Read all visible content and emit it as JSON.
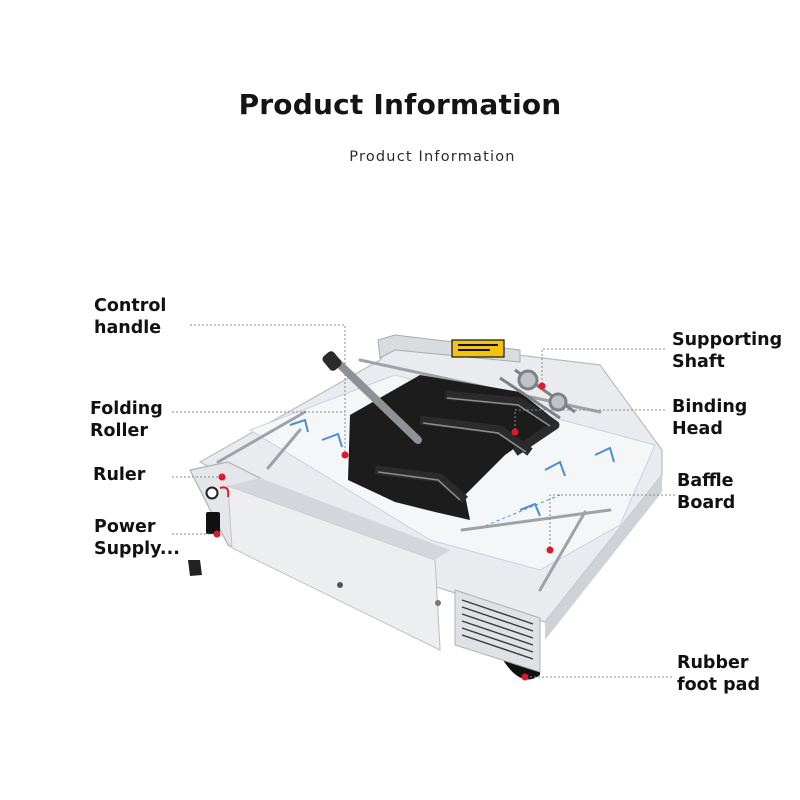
{
  "header": {
    "title": "Product Information",
    "subtitle": "Product Information"
  },
  "callouts": {
    "control_handle": [
      "Control",
      "handle"
    ],
    "folding_roller": [
      "Folding",
      "Roller"
    ],
    "ruler": [
      "Ruler"
    ],
    "power_supply": [
      "Power",
      "Supply..."
    ],
    "supporting_shaft": [
      "Supporting",
      "Shaft"
    ],
    "binding_head": [
      "Binding",
      "Head"
    ],
    "baffle_board": [
      "Baffle",
      "Board"
    ],
    "rubber_foot_pad": [
      "Rubber",
      "foot pad"
    ]
  },
  "colors": {
    "marker": "#e0182b",
    "leader_line": "#8a8a8a",
    "machine_body": "#e9ebee",
    "machine_dark": "#1c1c1c",
    "warning_label": "#f2c411"
  }
}
